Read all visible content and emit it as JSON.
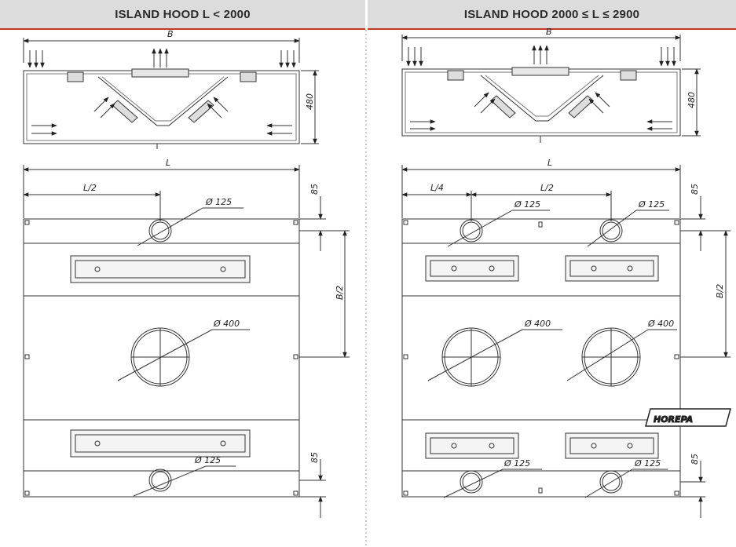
{
  "headers": {
    "left": "ISLAND HOOD L < 2000",
    "right": "ISLAND HOOD 2000 ≤ L ≤ 2900"
  },
  "left_panel": {
    "dim_b": "B",
    "dim_height": "480",
    "dim_l": "L",
    "dim_l_half": "L/2",
    "dim_85_top": "85",
    "dim_b_half": "B/2",
    "dim_85_bottom": "85",
    "dia_125_top": "Ø 125",
    "dia_400": "Ø 400",
    "dia_125_bottom": "Ø 125"
  },
  "right_panel": {
    "dim_b": "B",
    "dim_height": "480",
    "dim_l": "L",
    "dim_l_quarter": "L/4",
    "dim_l_half": "L/2",
    "dim_85_top": "85",
    "dim_b_half": "B/2",
    "dim_85_bottom": "85",
    "dia_125_top_left": "Ø 125",
    "dia_125_top_right": "Ø 125",
    "dia_400_left": "Ø 400",
    "dia_400_right": "Ø 400",
    "dia_125_bottom_left": "Ø 125",
    "dia_125_bottom_right": "Ø 125"
  },
  "logo": {
    "text": "HOREPA"
  }
}
